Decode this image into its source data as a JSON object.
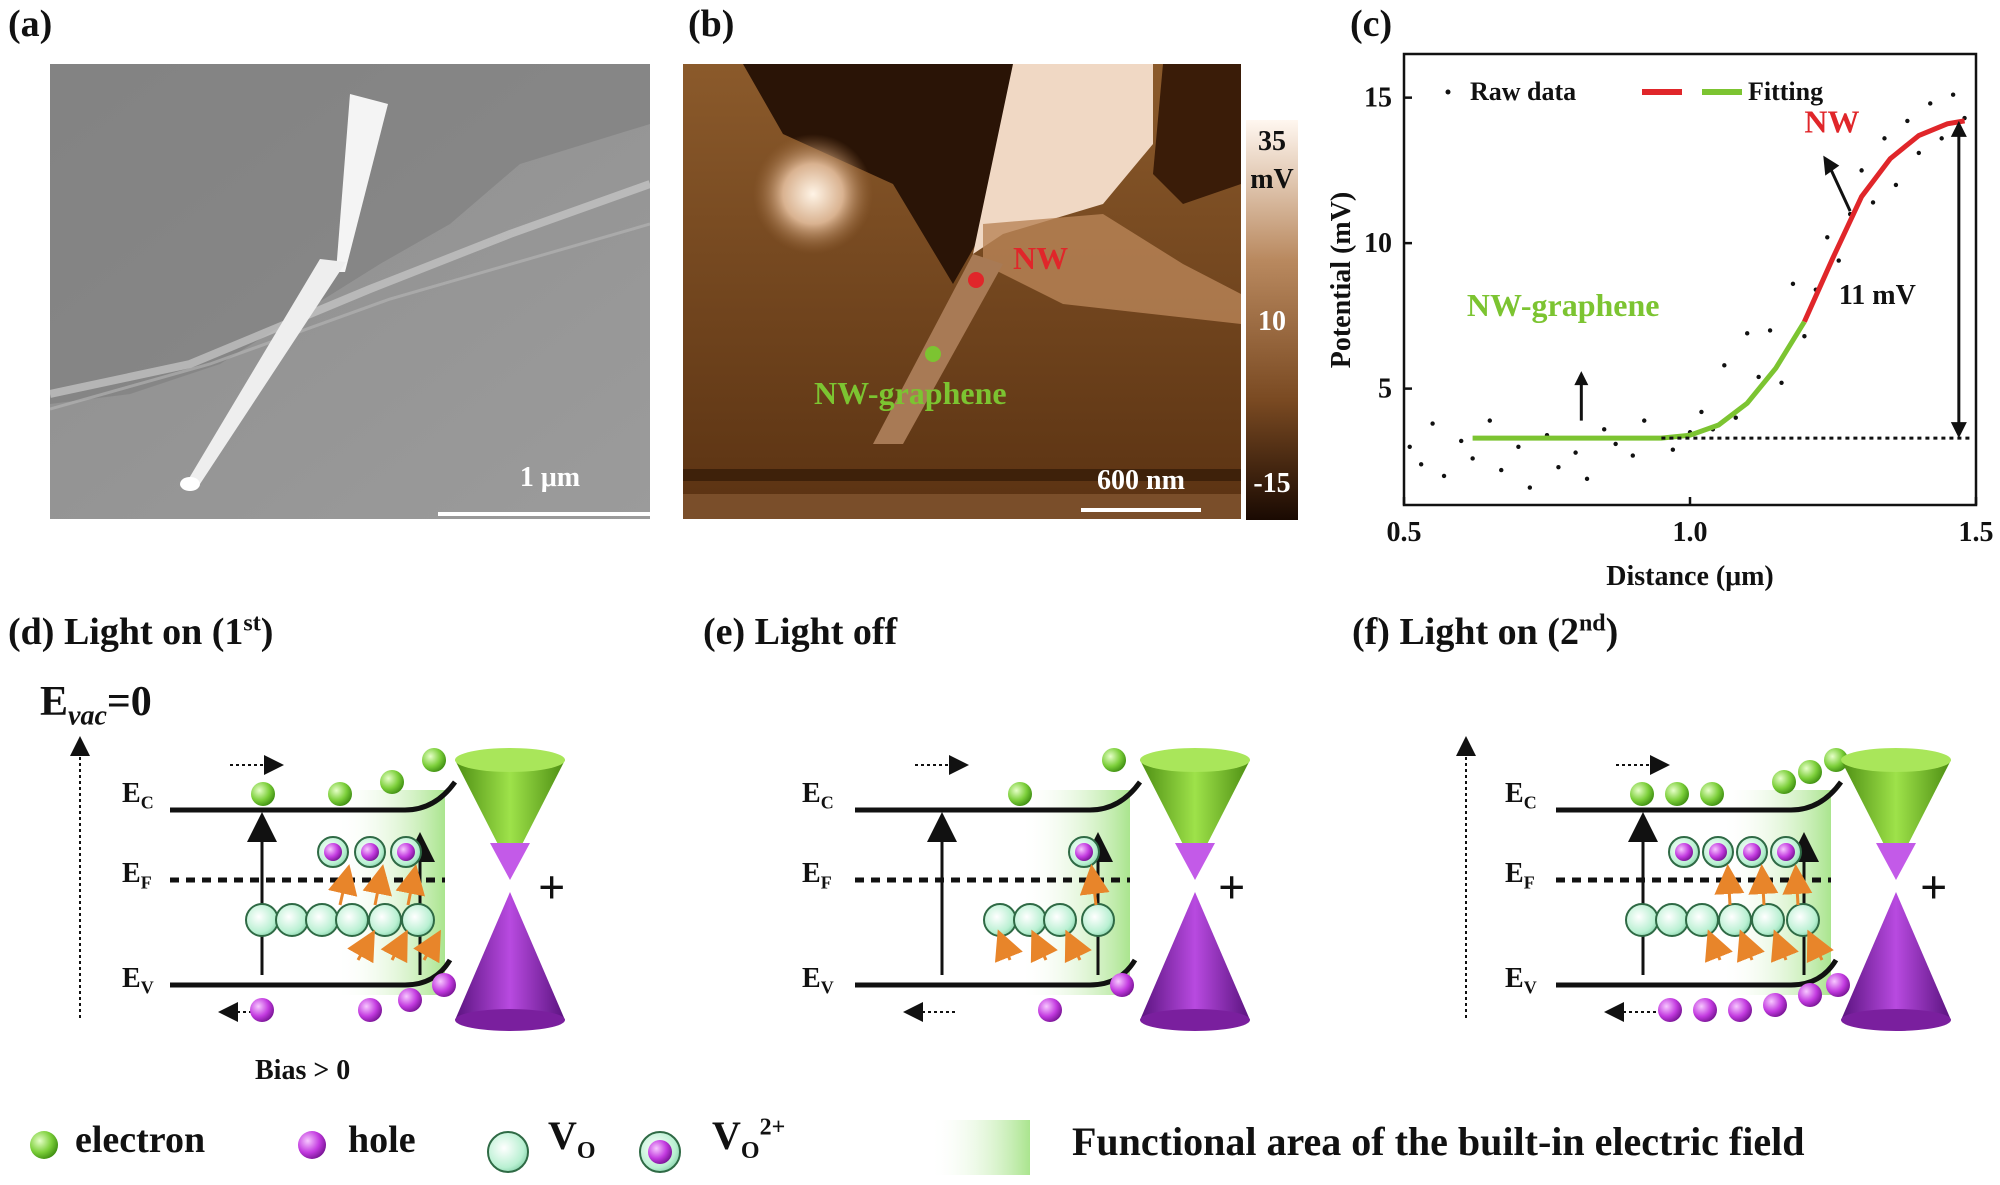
{
  "panels": {
    "a": {
      "label": "(a)",
      "scale_bar": "1 μm"
    },
    "b": {
      "label": "(b)",
      "scale_bar": "600 nm",
      "nw_label": "NW",
      "nwg_label": "NW-graphene",
      "colorbar": {
        "max": "35",
        "unit": "mV",
        "mid": "10",
        "min": "-15"
      }
    },
    "c": {
      "label": "(c)"
    },
    "d": {
      "label": "(d) Light on (1",
      "sup": "st",
      "close": ")"
    },
    "e": {
      "label": "(e) Light off"
    },
    "f": {
      "label": "(f) Light on (2",
      "sup": "nd",
      "close": ")"
    }
  },
  "band": {
    "evac_main": "E",
    "evac_sub": "vac",
    "evac_tail": "=0",
    "ec": "E",
    "ec_sub": "C",
    "ef": "E",
    "ef_sub": "F",
    "ev": "E",
    "ev_sub": "V",
    "bias": "Bias > 0",
    "plus": "+"
  },
  "legend": {
    "electron": "electron",
    "hole": "hole",
    "vo": "V",
    "vo_sub": "O",
    "vo2_sup": "2+",
    "field": "Functional area of the built-in electric field"
  },
  "colors": {
    "electron": "#7ccf3a",
    "hole": "#c33be0",
    "vo": "#b9f0d2",
    "red": "#e0262a",
    "green": "#7cc431",
    "cone_green": "#8acb2e",
    "cone_purple": "#8a2bb8"
  },
  "chart_data": {
    "type": "line",
    "xlabel": "Distance (μm)",
    "ylabel": "Potential (mV)",
    "xlim": [
      0.5,
      1.5
    ],
    "ylim": [
      1.0,
      16.5
    ],
    "xticks": [
      0.5,
      1.0,
      1.5
    ],
    "yticks": [
      5,
      10,
      15
    ],
    "legend": {
      "raw": "Raw data",
      "fit": "Fitting"
    },
    "annotations": {
      "nw": "NW",
      "nwg": "NW-graphene",
      "delta": "11 mV"
    },
    "series": [
      {
        "name": "Raw data",
        "kind": "scatter",
        "x": [
          0.51,
          0.53,
          0.55,
          0.57,
          0.6,
          0.62,
          0.65,
          0.67,
          0.7,
          0.72,
          0.75,
          0.77,
          0.8,
          0.82,
          0.85,
          0.87,
          0.9,
          0.92,
          0.95,
          0.97,
          1.0,
          1.02,
          1.04,
          1.06,
          1.08,
          1.1,
          1.12,
          1.14,
          1.16,
          1.18,
          1.2,
          1.22,
          1.24,
          1.26,
          1.28,
          1.3,
          1.32,
          1.34,
          1.36,
          1.38,
          1.4,
          1.42,
          1.44,
          1.46,
          1.48
        ],
        "y": [
          3.0,
          2.4,
          3.8,
          2.0,
          3.2,
          2.6,
          3.9,
          2.2,
          3.0,
          1.6,
          3.4,
          2.3,
          2.8,
          1.9,
          3.6,
          3.1,
          2.7,
          3.9,
          3.3,
          2.9,
          3.5,
          4.2,
          3.6,
          5.8,
          4.0,
          6.9,
          5.4,
          7.0,
          5.2,
          8.6,
          6.8,
          8.4,
          10.2,
          9.4,
          11.0,
          12.5,
          11.4,
          13.6,
          12.0,
          14.2,
          13.1,
          14.8,
          13.6,
          15.1,
          14.3
        ]
      },
      {
        "name": "Fitting (NW-graphene)",
        "kind": "line",
        "color": "#7cc431",
        "x": [
          0.62,
          0.95,
          1.0,
          1.05,
          1.1,
          1.15,
          1.2
        ],
        "y": [
          3.3,
          3.3,
          3.4,
          3.75,
          4.5,
          5.7,
          7.3
        ]
      },
      {
        "name": "Fitting (NW)",
        "kind": "line",
        "color": "#e0262a",
        "x": [
          1.2,
          1.25,
          1.3,
          1.35,
          1.4,
          1.45,
          1.48
        ],
        "y": [
          7.3,
          9.5,
          11.6,
          12.9,
          13.7,
          14.1,
          14.2
        ]
      }
    ]
  }
}
